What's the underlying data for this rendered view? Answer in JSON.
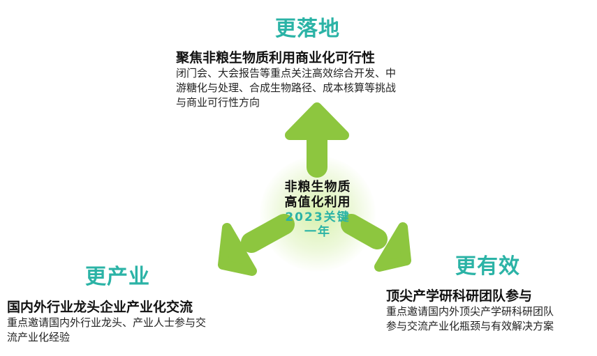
{
  "center": {
    "line1": "非粮生物质",
    "line2": "高值化利用",
    "line3": "2023关键",
    "line4": "一年"
  },
  "top": {
    "heading": "更落地",
    "subtitle": "聚焦非粮生物质利用商业化可行性",
    "desc_lines": [
      "闭门会、大会报告等重点关注高效综合开发、中",
      "游糖化与处理、合成生物路径、成本核算等挑战",
      "与商业可行性方向"
    ]
  },
  "left": {
    "heading": "更产业",
    "subtitle": "国内外行业龙头企业产业化交流",
    "desc_lines": [
      "重点邀请国内外行业龙头、产业人士参与交",
      "流产业化经验"
    ]
  },
  "right": {
    "heading": "更有效",
    "subtitle": "顶尖产学研科研团队参与",
    "desc_lines": [
      "重点邀请国内外顶尖产学研科研团队",
      "参与交流产业化瓶颈与有效解决方案"
    ]
  },
  "colors": {
    "heading": "#2bb3a6",
    "arrow": "#8dc63f",
    "glow": "#d6f0aa"
  }
}
